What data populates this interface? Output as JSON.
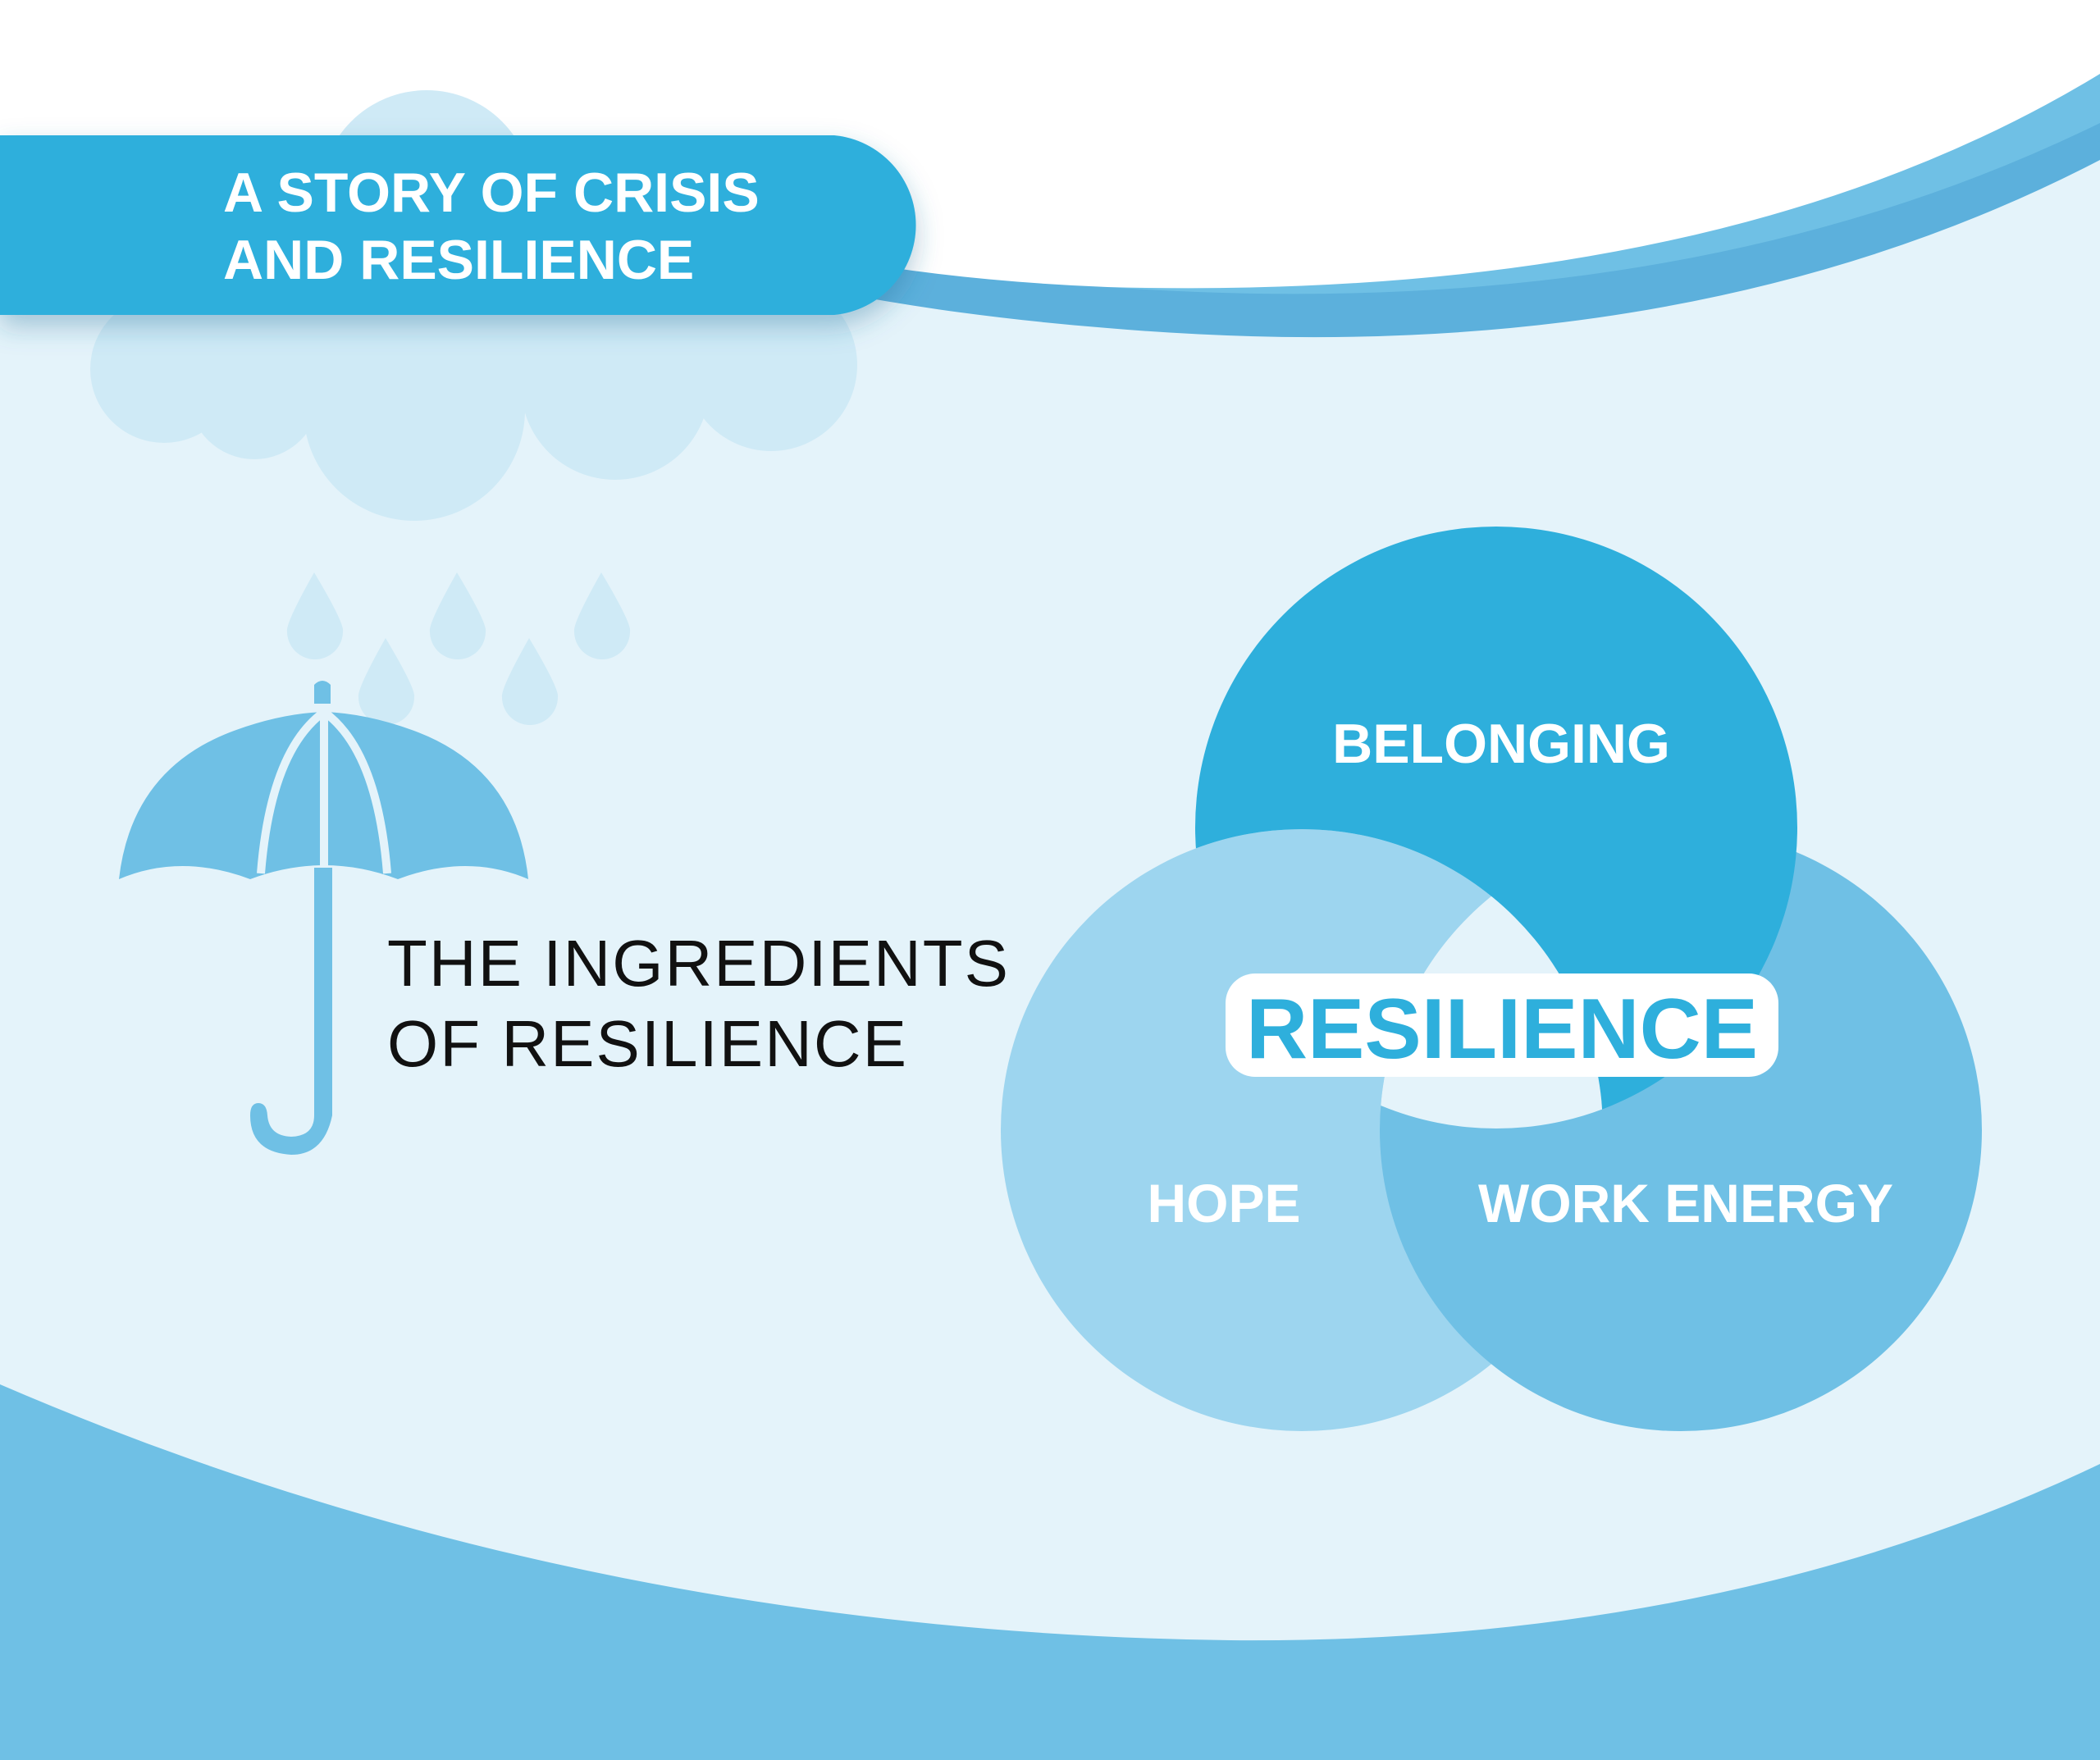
{
  "banner": {
    "line1": "A STORY OF CRISIS",
    "line2": "AND RESILIENCE"
  },
  "subtitle": {
    "line1": "THE INGREDIENTS",
    "line2": "OF RESILIENCE"
  },
  "venn": {
    "sets": [
      {
        "label": "BELONGING",
        "color": "#2eafdc"
      },
      {
        "label": "HOPE",
        "color": "#9dd5ef"
      },
      {
        "label": "WORK ENERGY",
        "color": "#6fc0e5"
      }
    ],
    "center_label": "RESILIENCE"
  },
  "colors": {
    "background": "#e4f3fa",
    "accent": "#2eafdc",
    "wave": "#6fc0e5",
    "cloud": "#cfeaf6"
  }
}
